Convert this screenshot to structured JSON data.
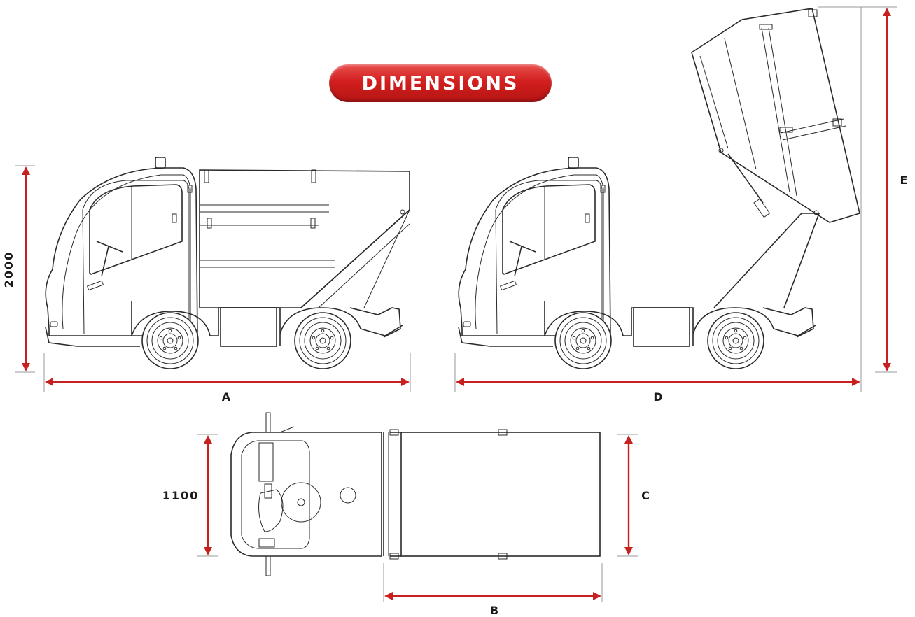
{
  "title": "DIMENSIONS",
  "colors": {
    "accent": "#c8201f",
    "line": "#2a2a2a"
  },
  "dimensions": {
    "side_height": "2000",
    "length_a": "A",
    "length_d": "D",
    "raised_height": "E",
    "top_width": "1100",
    "body_length": "B",
    "body_width": "C"
  }
}
